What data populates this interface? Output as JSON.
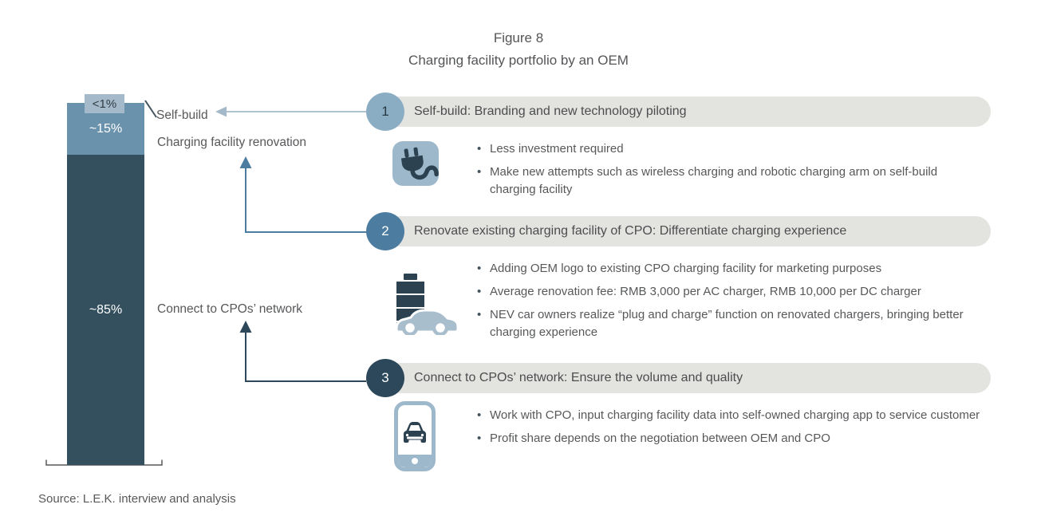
{
  "title": {
    "line1": "Figure 8",
    "line2": "Charging facility portfolio by an OEM"
  },
  "chart_data": {
    "type": "bar",
    "stacked": true,
    "title": "Charging facility portfolio by an OEM",
    "segments": [
      {
        "name": "Self-build",
        "label": "<1%",
        "value": 1
      },
      {
        "name": "Charging facility renovation",
        "label": "~15%",
        "value": 15
      },
      {
        "name": "Connect to CPOs’ network",
        "label": "~85%",
        "value": 85
      }
    ],
    "legend_position": "none",
    "grid": false
  },
  "sections": [
    {
      "number": "1",
      "header": "Self-build: Branding and new technology piloting",
      "icon": "plug-icon",
      "bullets": [
        "Less investment required",
        "Make new attempts such as wireless charging and robotic charging arm on self-build charging facility"
      ]
    },
    {
      "number": "2",
      "header": "Renovate existing charging facility of CPO: Differentiate charging experience",
      "icon": "battery-car-icon",
      "bullets": [
        "Adding OEM logo to existing CPO charging facility for marketing purposes",
        "Average renovation fee: RMB 3,000 per AC charger, RMB 10,000 per DC charger",
        "NEV car owners realize “plug and charge” function on renovated chargers, bringing better charging experience"
      ]
    },
    {
      "number": "3",
      "header": "Connect to CPOs’ network: Ensure the volume and quality",
      "icon": "phone-car-icon",
      "bullets": [
        "Work with CPO, input charging facility data into self-owned charging app to service customer",
        "Profit share depends on the negotiation between OEM and CPO"
      ]
    }
  ],
  "source": "Source: L.E.K. interview and analysis",
  "colors": {
    "segment_self_build": "#a4b9c9",
    "segment_renovation": "#6b92ad",
    "segment_network": "#34505f",
    "circle_1": "#8badc4",
    "circle_2": "#4c7da0",
    "circle_3": "#2d485a",
    "header_pill": "#e3e3e0",
    "icon_tile": "#9db8cb",
    "icon_dark": "#2c4251",
    "arrow_light": "#a3b9c9",
    "text": "#57585a"
  }
}
